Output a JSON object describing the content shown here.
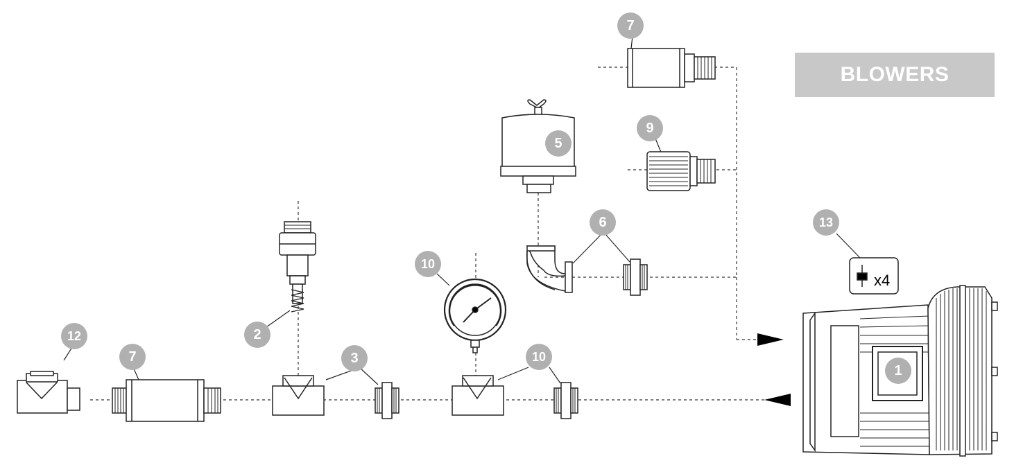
{
  "title": "BLOWERS",
  "parts": [
    {
      "id": "part-1",
      "number": "1"
    },
    {
      "id": "part-2",
      "number": "2"
    },
    {
      "id": "part-3",
      "number": "3"
    },
    {
      "id": "part-5",
      "number": "5"
    },
    {
      "id": "part-6",
      "number": "6"
    },
    {
      "id": "part-7-top",
      "number": "7"
    },
    {
      "id": "part-7-bottom",
      "number": "7"
    },
    {
      "id": "part-9",
      "number": "9"
    },
    {
      "id": "part-10-gauge",
      "number": "10"
    },
    {
      "id": "part-10-nipple",
      "number": "10"
    },
    {
      "id": "part-12",
      "number": "12"
    },
    {
      "id": "part-13",
      "number": "13"
    }
  ],
  "part13_quantity": "x4",
  "colors": {
    "badge": "#b0b0b0",
    "title_bg": "#c8c8c8",
    "line": "#333333"
  }
}
